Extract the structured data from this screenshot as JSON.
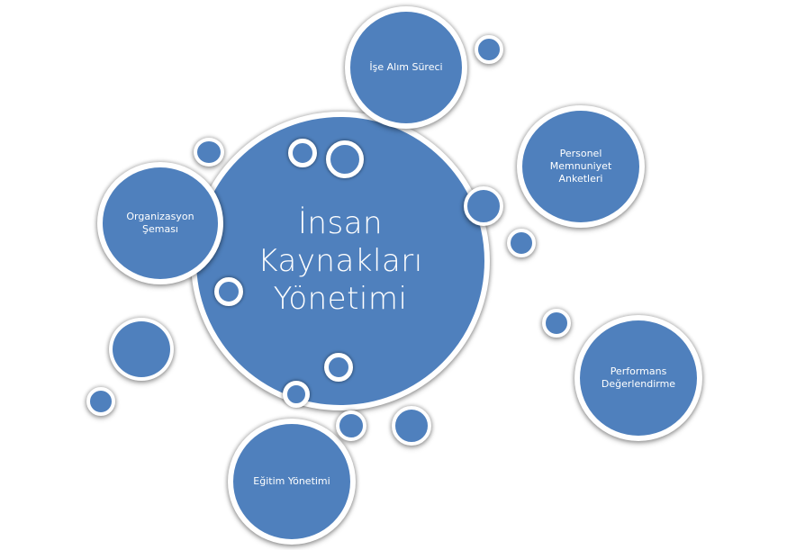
{
  "diagram": {
    "center": {
      "line1": "İnsan",
      "line2": "Kaynakları",
      "line3": "Yönetimi"
    },
    "nodes": {
      "recruitment": "İşe Alım Süreci",
      "satisfaction_line1": "Personel",
      "satisfaction_line2": "Memnuniyet",
      "satisfaction_line3": "Anketleri",
      "org_line1": "Organizasyon",
      "org_line2": "Şeması",
      "performance_line1": "Performans",
      "performance_line2": "Değerlendirme",
      "training": "Eğitim Yönetimi"
    },
    "colors": {
      "bubble_fill": "#4f80bd",
      "bubble_border": "#ffffff"
    }
  }
}
